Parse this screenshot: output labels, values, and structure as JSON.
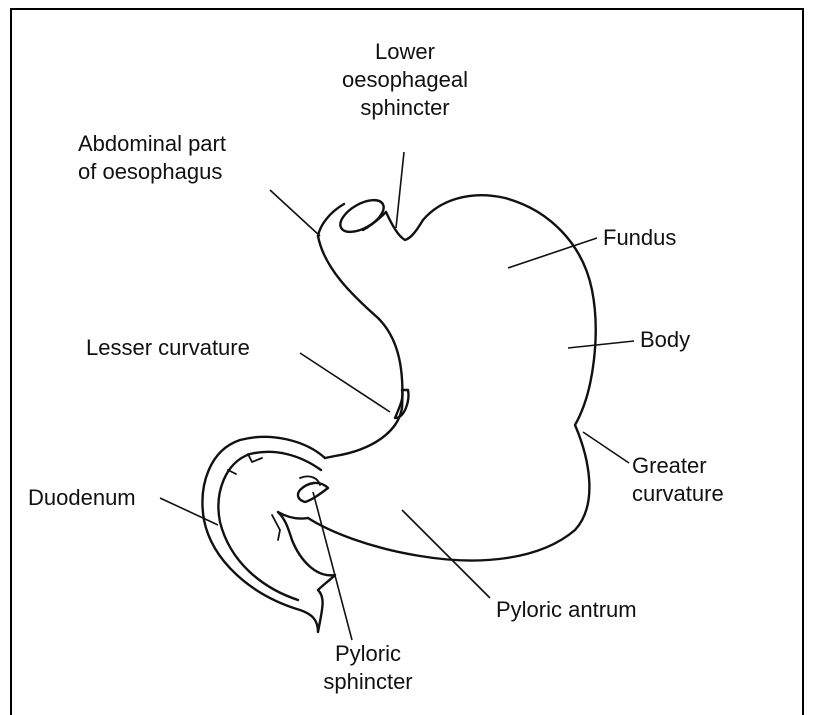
{
  "labels": {
    "lower_oesophageal_sphincter": [
      "Lower",
      "oesophageal",
      "sphincter"
    ],
    "abdominal_part_of_oesophagus": [
      "Abdominal part",
      "of oesophagus"
    ],
    "fundus": "Fundus",
    "body": "Body",
    "lesser_curvature": "Lesser curvature",
    "greater_curvature": [
      "Greater",
      "curvature"
    ],
    "duodenum": "Duodenum",
    "pyloric_antrum": "Pyloric antrum",
    "pyloric_sphincter": [
      "Pyloric",
      "sphincter"
    ]
  },
  "colors": {
    "ink": "#111111",
    "background": "#ffffff"
  }
}
